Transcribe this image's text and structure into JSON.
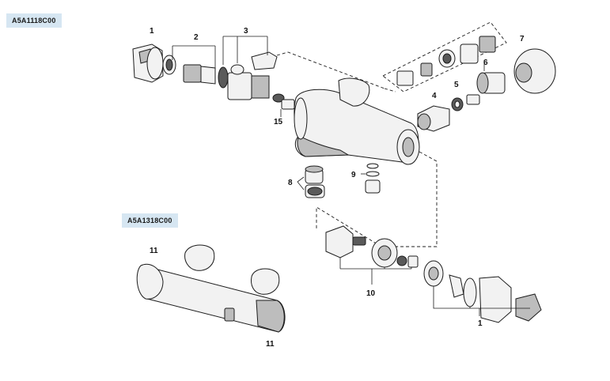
{
  "models": {
    "top": "A5A1118C00",
    "bottom": "A5A1318C00"
  },
  "callouts": {
    "c1_top": "1",
    "c2": "2",
    "c3": "3",
    "c4": "4",
    "c5": "5",
    "c6": "6",
    "c7": "7",
    "c8": "8",
    "c9": "9",
    "c10": "10",
    "c1_bottom": "1",
    "c11_top": "11",
    "c11_bottom": "11",
    "c15": "15"
  }
}
